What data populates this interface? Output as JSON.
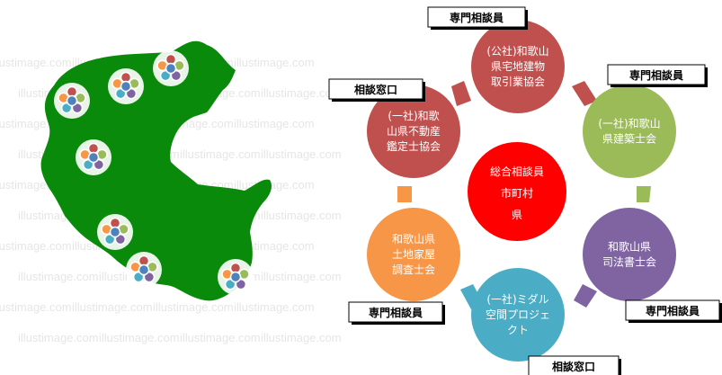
{
  "colors": {
    "land": "#0a8a0a",
    "node_top": "#c0504d",
    "node_upper_right": "#9bbb59",
    "node_lower_right": "#8064a2",
    "node_bottom": "#4bacc6",
    "node_lower_left": "#f79646",
    "node_upper_left": "#c0504d",
    "center": "#ff0000",
    "connector_top_right": "#c0504d",
    "connector_right": "#9bbb59",
    "connector_bottom_right": "#8064a2",
    "connector_bottom_left": "#4bacc6",
    "connector_left": "#f79646",
    "connector_top_left": "#c0504d"
  },
  "map": {
    "watermark_text": "illustimage.com",
    "marker_dot_colors": [
      "#c0504d",
      "#9bbb59",
      "#8064a2",
      "#4bacc6",
      "#f79646",
      "#4f81bd"
    ]
  },
  "diagram": {
    "center": {
      "lines": [
        "総合相談員",
        "市町村",
        "県"
      ]
    },
    "nodes": {
      "top": {
        "lines": [
          "(公社)和歌山",
          "県宅地建物",
          "取引業協会"
        ]
      },
      "upper_right": {
        "lines": [
          "(一社)和歌山",
          "県建築士会"
        ]
      },
      "lower_right": {
        "lines": [
          "和歌山県",
          "司法書士会"
        ]
      },
      "bottom": {
        "lines": [
          "(一社)ミダル",
          "空間プロジェ",
          "クト"
        ]
      },
      "lower_left": {
        "lines": [
          "和歌山県",
          "土地家屋",
          "調査士会"
        ]
      },
      "upper_left": {
        "lines": [
          "(一社)和歌",
          "山県不動産",
          "鑑定士協会"
        ]
      }
    },
    "labels": {
      "top": "専門相談員",
      "upper_right": "専門相談員",
      "lower_right": "専門相談員",
      "bottom": "相談窓口",
      "lower_left": "専門相談員",
      "upper_left": "相談窓口"
    }
  }
}
